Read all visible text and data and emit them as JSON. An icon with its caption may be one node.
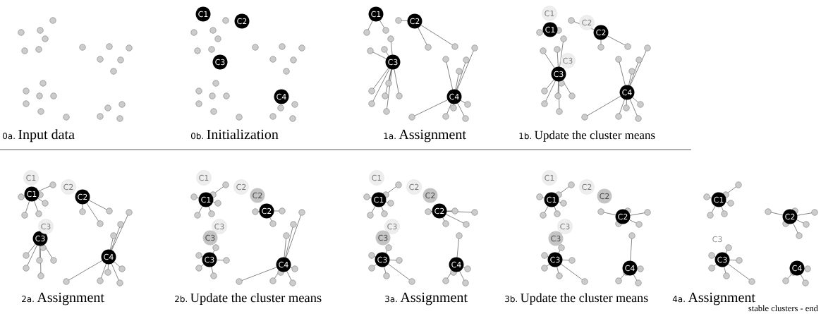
{
  "diagram": {
    "nodes": [
      {
        "text": [
          "C1"
        ]
      },
      {
        "text": [
          "C2"
        ]
      },
      {
        "text": [
          "C3"
        ]
      },
      {
        "text": [
          "C4"
        ]
      },
      {
        "text": [
          "C1"
        ]
      },
      {
        "text": [
          "C2"
        ]
      },
      {
        "text": [
          "C3"
        ]
      },
      {
        "text": [
          "C4"
        ]
      },
      {
        "text": [
          "C1"
        ]
      },
      {
        "text": [
          "C2"
        ]
      },
      {
        "text": [
          "C3"
        ]
      },
      {
        "text": [
          "C4"
        ]
      },
      {
        "text": [
          "C1"
        ]
      },
      {
        "text": [
          "C2"
        ]
      },
      {
        "text": [
          "C3"
        ]
      },
      {
        "text": [
          "C1"
        ]
      },
      {
        "text": [
          "C2"
        ]
      },
      {
        "text": [
          "C3"
        ]
      },
      {
        "text": [
          "C4"
        ]
      },
      {
        "text": [
          "C1"
        ]
      },
      {
        "text": [
          "C2"
        ]
      },
      {
        "text": [
          "C3"
        ]
      },
      {
        "text": [
          "C1"
        ]
      },
      {
        "text": [
          "C2"
        ]
      },
      {
        "text": [
          "C3"
        ]
      },
      {
        "text": [
          "C4"
        ]
      },
      {
        "text": [
          "C1"
        ]
      },
      {
        "text": [
          "C2"
        ]
      },
      {
        "text": [
          "C3"
        ]
      },
      {
        "text": [
          "C2"
        ]
      },
      {
        "text": [
          "C3"
        ]
      },
      {
        "text": [
          "C1"
        ]
      },
      {
        "text": [
          "C2"
        ]
      },
      {
        "text": [
          "C3"
        ]
      },
      {
        "text": [
          "C4"
        ]
      },
      {
        "text": [
          "C1"
        ]
      },
      {
        "text": [
          "C2"
        ]
      },
      {
        "text": [
          "C3"
        ]
      },
      {
        "text": [
          "C2"
        ]
      },
      {
        "text": [
          "C3"
        ]
      },
      {
        "text": [
          "C1"
        ]
      },
      {
        "text": [
          "C2"
        ]
      },
      {
        "text": [
          "C3"
        ]
      },
      {
        "text": [
          "C4"
        ]
      },
      {
        "text": [
          "C1"
        ]
      },
      {
        "text": [
          "C2"
        ]
      },
      {
        "text": [
          "C3"
        ]
      },
      {
        "text": [
          "C2"
        ]
      },
      {
        "text": [
          "C3"
        ]
      },
      {
        "text": [
          "C1"
        ]
      },
      {
        "text": [
          "C2"
        ]
      },
      {
        "text": [
          "C3"
        ]
      },
      {
        "text": [
          "C4"
        ]
      },
      {
        "text": [
          "C3"
        ]
      }
    ],
    "labels": [
      "0a.",
      "Input data",
      "0b.",
      "Initialization",
      "1a.",
      "Assignment",
      "1b.",
      "Update the cluster means",
      "2a.",
      "Assignment",
      "2b.",
      "Update the cluster means",
      "3a.",
      "Assignment",
      "3b.",
      "Update the cluster means",
      "4a.",
      "Assignment",
      "stable clusters - end"
    ]
  }
}
